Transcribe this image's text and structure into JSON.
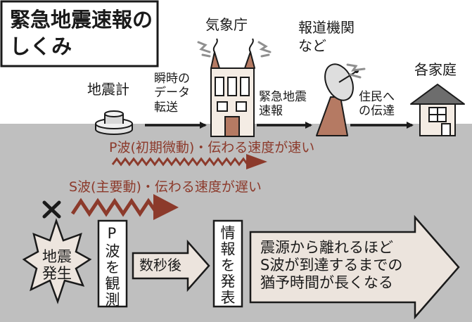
{
  "title": {
    "line1": "緊急地震速報の",
    "line2": "しくみ"
  },
  "labels": {
    "jma": "気象庁",
    "media": "報道機関\nなど",
    "homes": "各家庭",
    "seismometer": "地震計",
    "instant_data": "瞬時の\nデータ\n転送",
    "eew": "緊急地震\n速報",
    "to_residents": "住民へ\nの伝達"
  },
  "waves": {
    "p_wave": "P波(初期微動)・伝わる速度が速い",
    "s_wave": "S波(主要動)・伝わる速度が遅い"
  },
  "flow": {
    "quake": "地震\n発生",
    "observe_p": "P波を観測",
    "seconds_later": "数秒後",
    "issue_info": "情報を発表",
    "note": "震源から離れるほど\nS波が到達するまでの\n猶予時間が長くなる"
  },
  "colors": {
    "ground": "#bfbfbf",
    "wave": "#8c3a2b",
    "building": "#b57a63",
    "signal": "#8f8f8f",
    "house_roof": "#6d6d6d",
    "box_fill": "#ece4dd"
  },
  "icons": {
    "seismometer": "seismometer-icon",
    "agency": "agency-building-icon",
    "dish": "broadcast-dish-icon",
    "house": "house-icon",
    "epicenter": "epicenter-x-icon",
    "burst": "burst-icon"
  }
}
